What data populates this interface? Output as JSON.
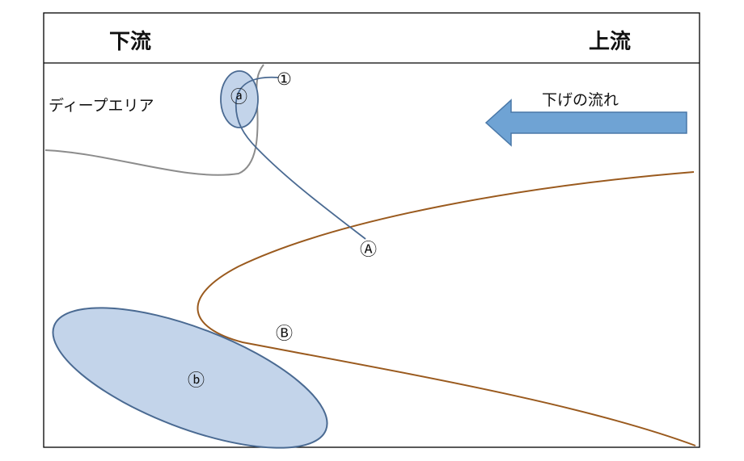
{
  "header": {
    "left_label": "下流",
    "right_label": "上流"
  },
  "labels": {
    "deep_area": "ディープエリア",
    "flow": "下げの流れ",
    "point_1": "①",
    "point_a_small": "ⓐ",
    "point_A": "Ⓐ",
    "point_B": "Ⓑ",
    "point_b_small": "ⓑ"
  },
  "colors": {
    "frame": "#000000",
    "gray_line": "#8c8c8c",
    "blue_line": "#4a6a92",
    "brown_line": "#9a5a1e",
    "ellipse_fill": "#c3d4ea",
    "ellipse_stroke": "#4a6a92",
    "arrow_fill": "#6fa3d4",
    "arrow_stroke": "#4a78a8"
  }
}
